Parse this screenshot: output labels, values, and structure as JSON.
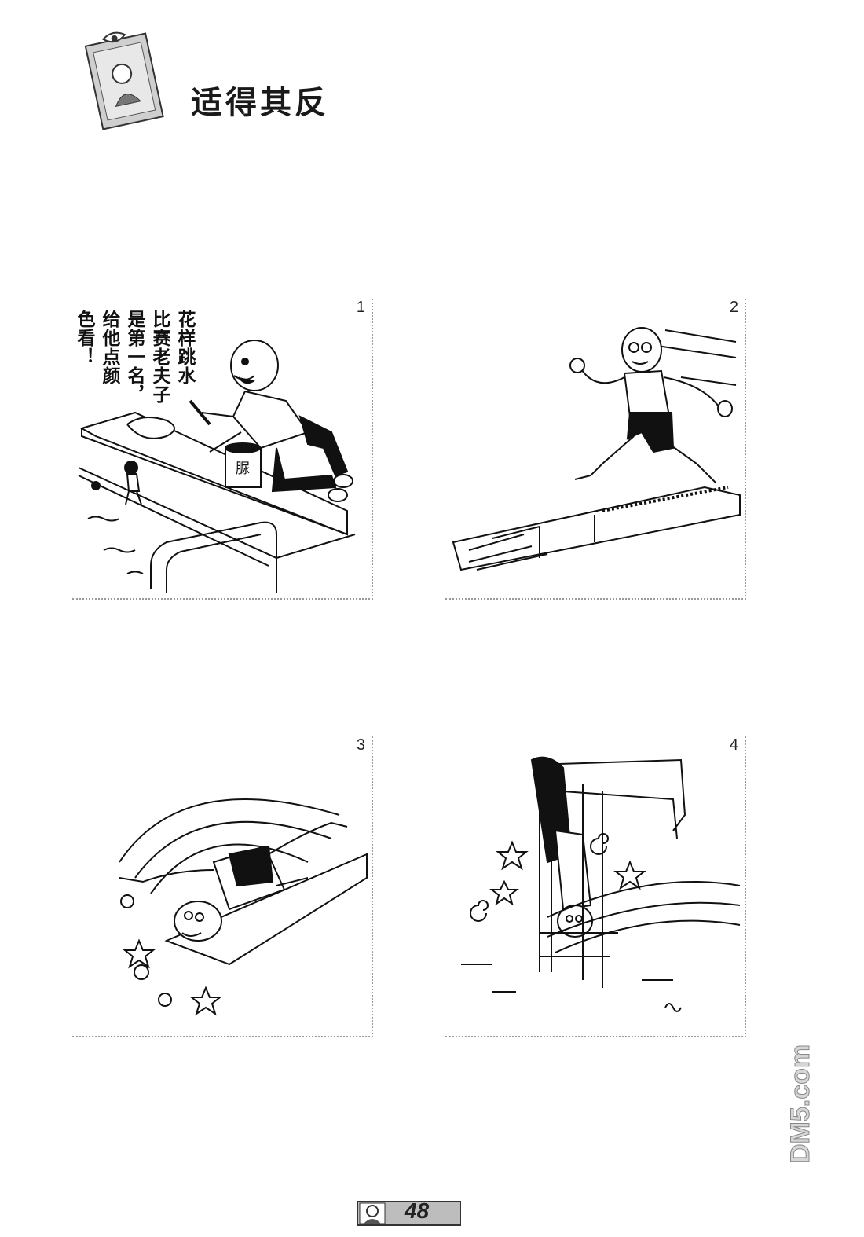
{
  "page": {
    "title": "适得其反",
    "page_number": "48"
  },
  "panels": [
    {
      "number": "1",
      "speech_lines": [
        "花样跳水",
        "比赛老夫子",
        "是第一名，",
        "给他点颜",
        "色看！"
      ],
      "paint_can_label": "脲"
    },
    {
      "number": "2"
    },
    {
      "number": "3"
    },
    {
      "number": "4"
    }
  ],
  "watermark": {
    "text": "DM5.com"
  }
}
